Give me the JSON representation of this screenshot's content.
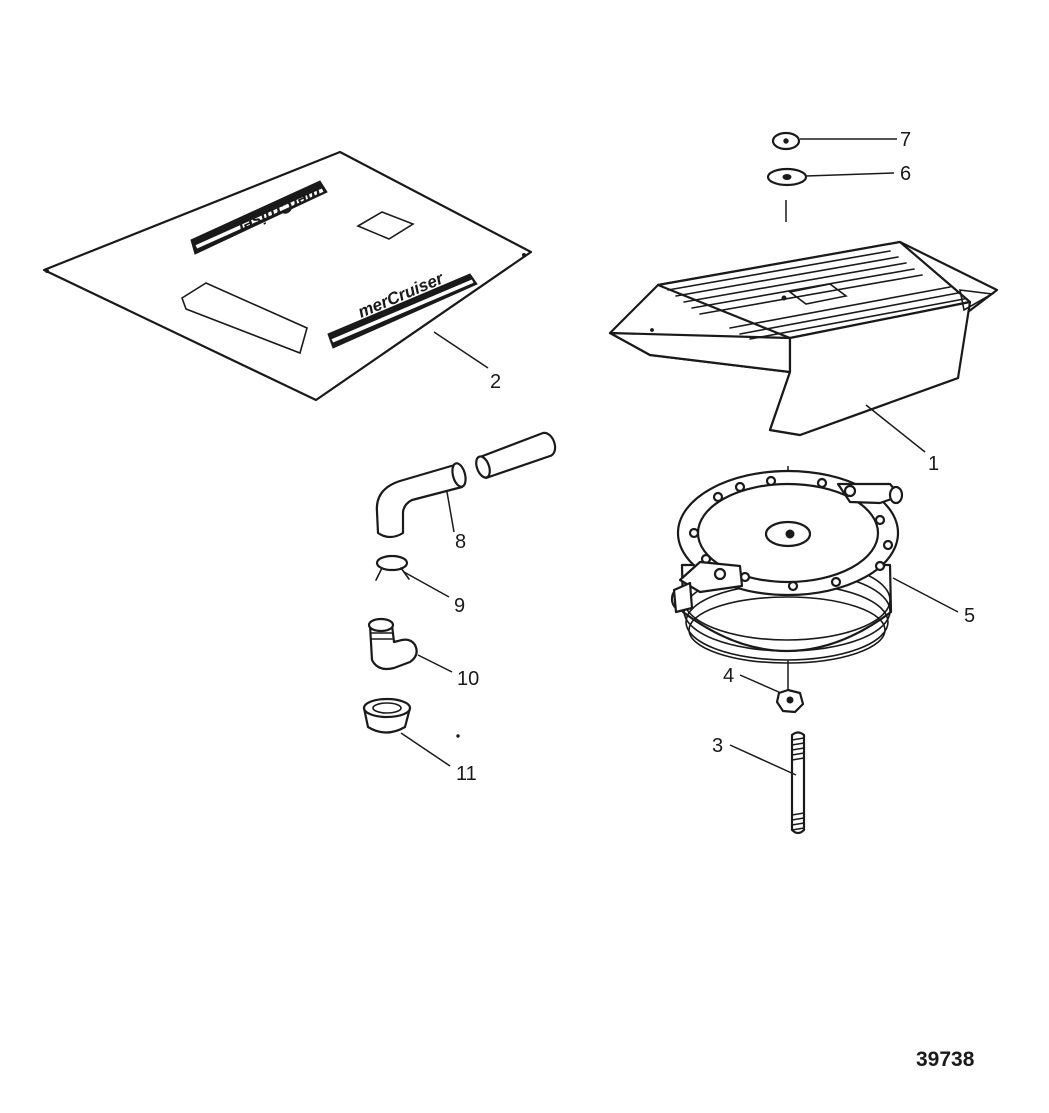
{
  "figure_number": "39738",
  "decal_text": "merCruiser",
  "callouts": {
    "c1": "1",
    "c2": "2",
    "c3": "3",
    "c4": "4",
    "c5": "5",
    "c6": "6",
    "c7": "7",
    "c8": "8",
    "c9": "9",
    "c10": "10",
    "c11": "11"
  }
}
